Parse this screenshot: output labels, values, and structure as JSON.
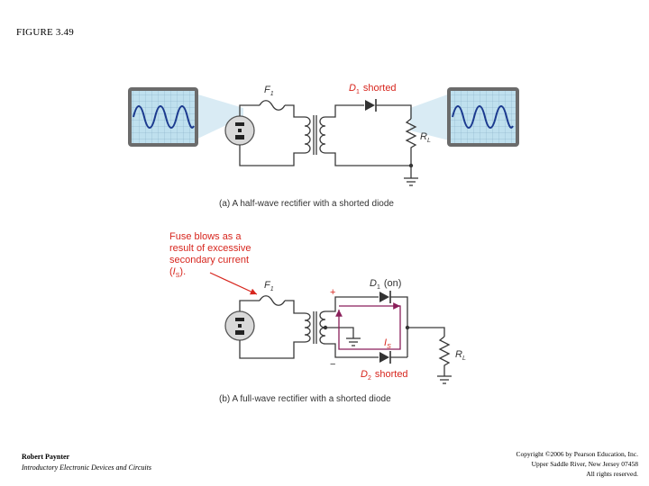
{
  "figure_title": "FIGURE 3.49",
  "author": "Robert Paynter",
  "book_title": "Introductory Electronic Devices and Circuits",
  "copyright_lines": [
    "Copyright ©2006 by Pearson Education, Inc.",
    "Upper Saddle River, New Jersey 07458",
    "All rights reserved."
  ],
  "diagram_a": {
    "fuse_label": "F",
    "fuse_sub": "1",
    "diode_label": "D",
    "diode_sub": "1",
    "diode_note": "shorted",
    "load_label": "R",
    "load_sub": "L",
    "caption": "(a)  A half-wave rectifier with a shorted diode"
  },
  "diagram_b": {
    "annotation_lines": [
      "Fuse blows as a",
      "result of excessive",
      "secondary current"
    ],
    "annotation_current": "I",
    "annotation_current_sub": "S",
    "fuse_label": "F",
    "fuse_sub": "1",
    "d1_label": "D",
    "d1_sub": "1",
    "d1_note": "(on)",
    "d2_label": "D",
    "d2_sub": "2",
    "d2_note": "shorted",
    "current_label": "I",
    "current_sub": "S",
    "load_label": "R",
    "load_sub": "L",
    "plus_sign": "+",
    "minus_sign": "−",
    "caption": "(b)  A full-wave rectifier with a shorted diode"
  },
  "colors": {
    "accent_red": "#d7261e",
    "current_path": "#8a1f5a",
    "scope_screen": "#bfe0ee",
    "scope_frame": "#6b6b6b",
    "sine": "#1b3a8f"
  }
}
